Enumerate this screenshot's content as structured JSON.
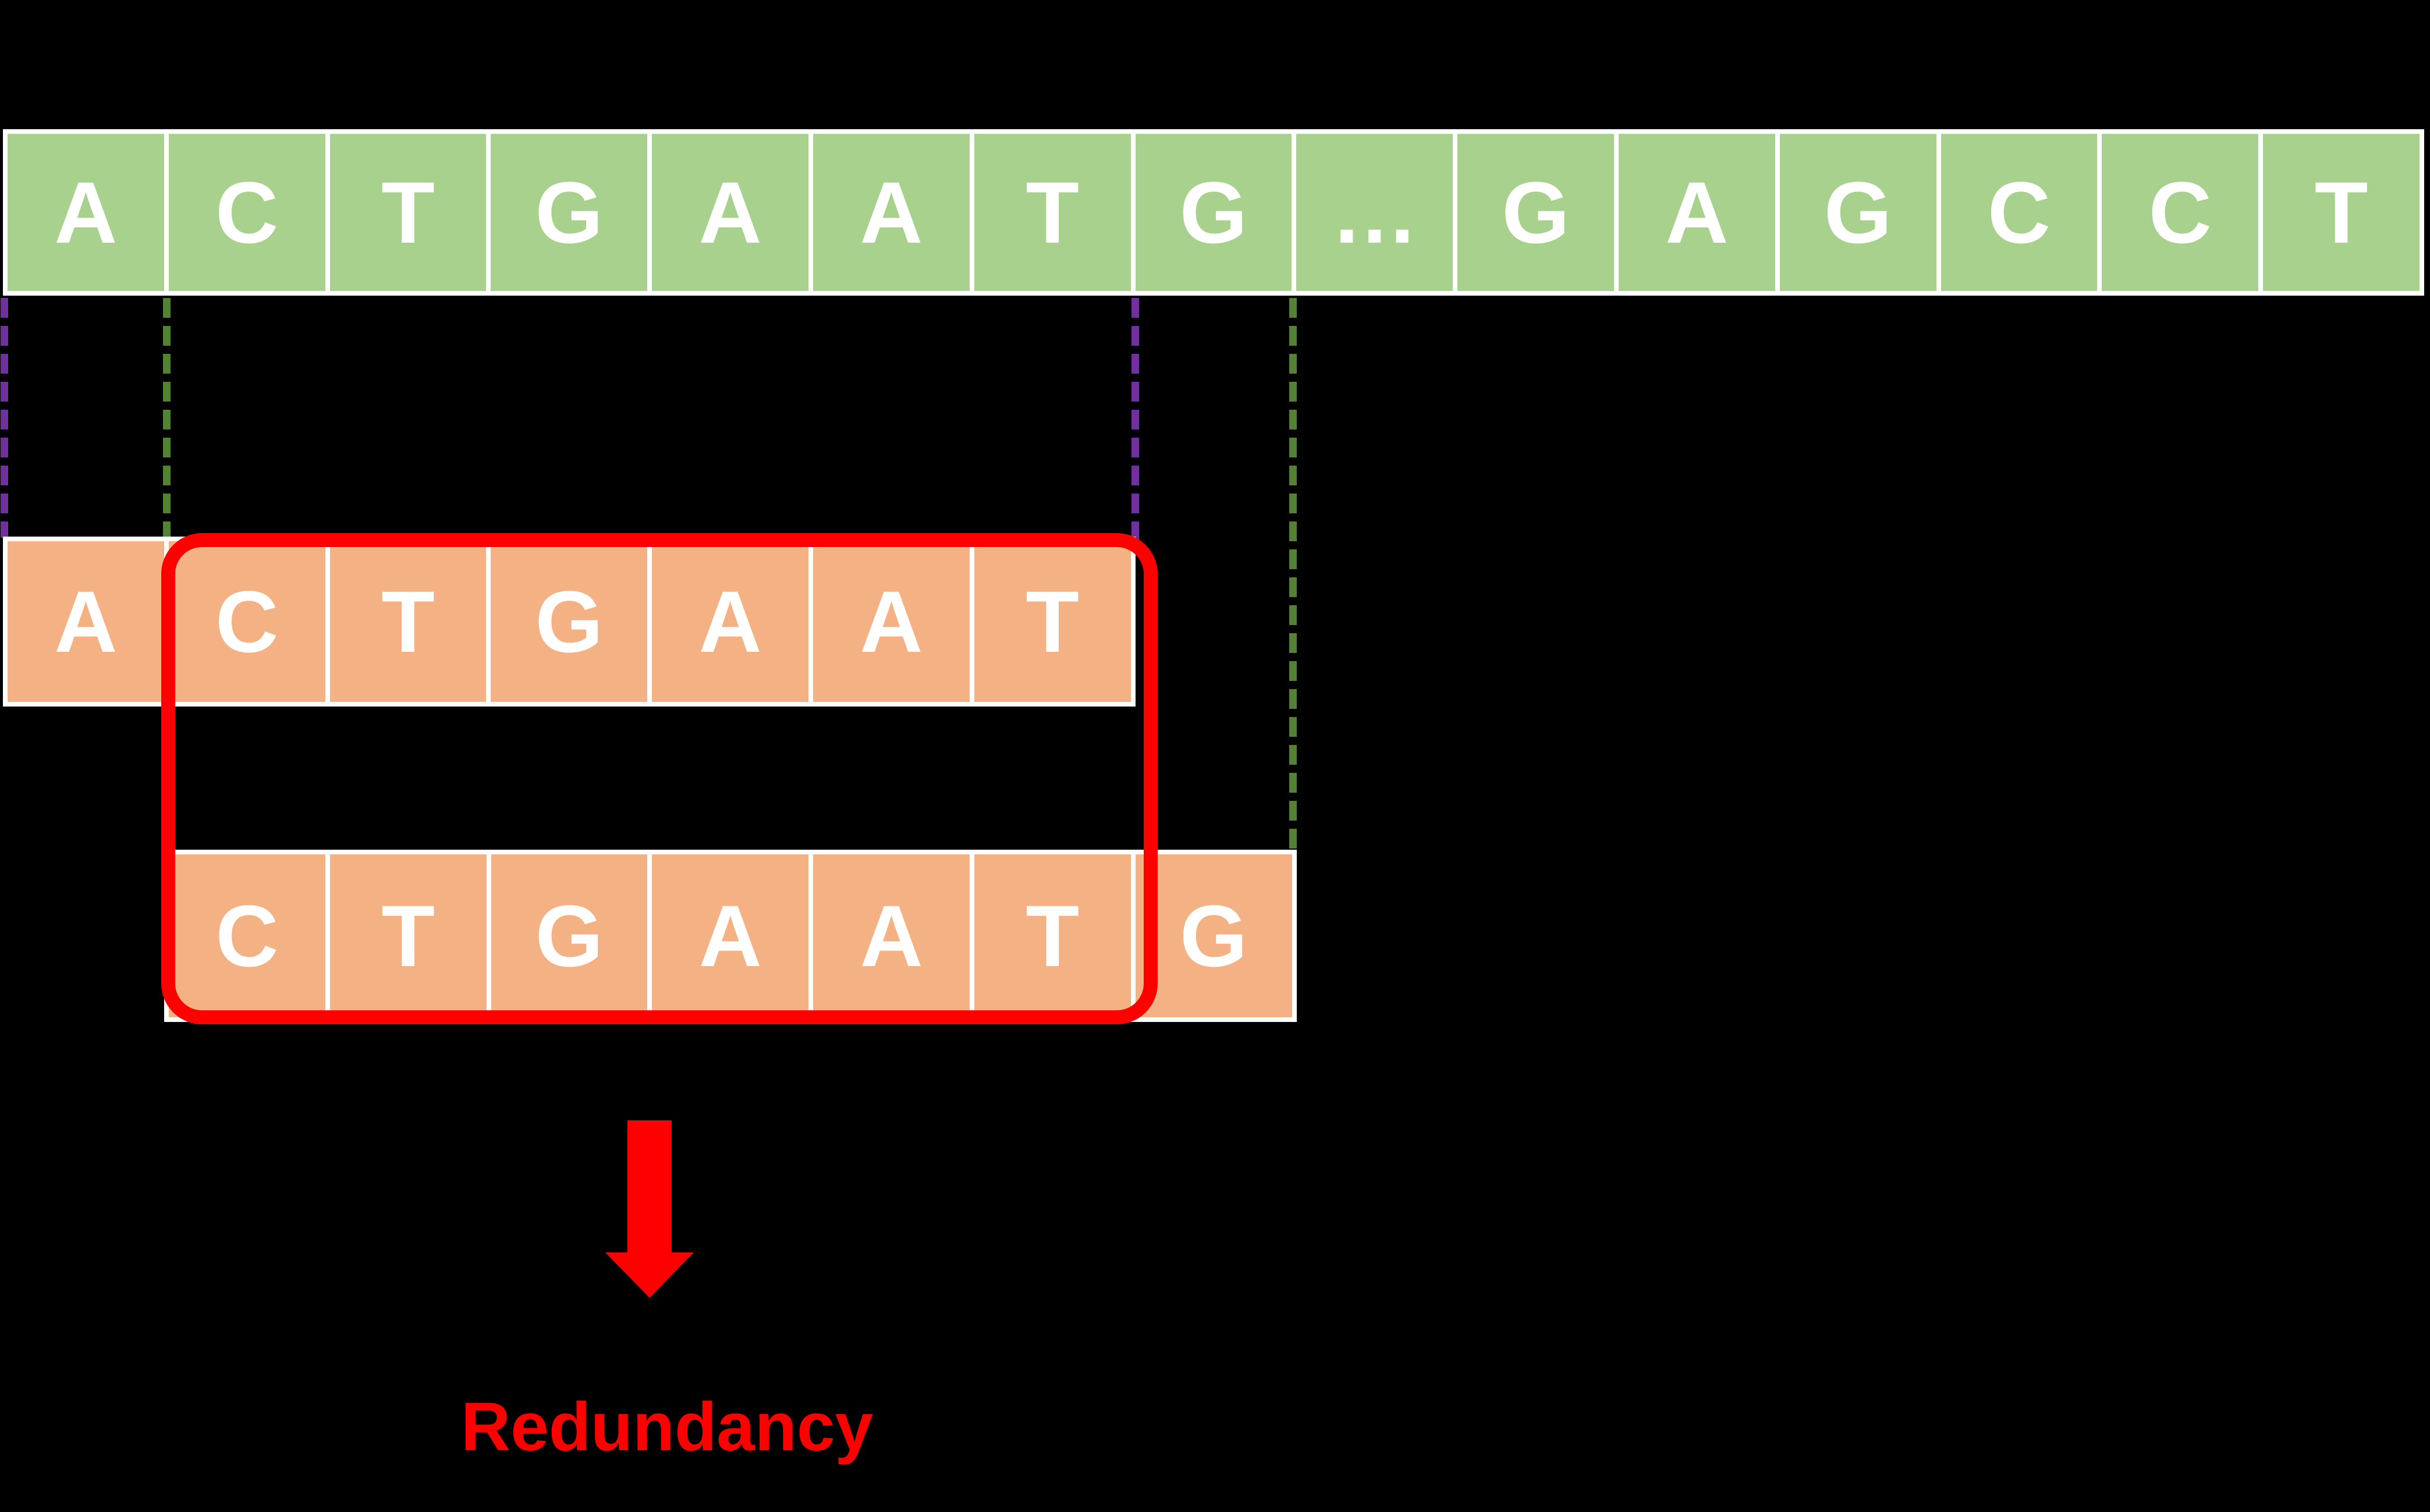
{
  "colors": {
    "background": "#000000",
    "genome_cell": "#A9D18E",
    "read_cell": "#F4B183",
    "cell_border": "#FFFFFF",
    "letter": "#FFFFFF",
    "purple_dash": "#7030A0",
    "green_dash": "#548235",
    "highlight_red": "#FF0000"
  },
  "genome_row": {
    "cells": [
      "A",
      "C",
      "T",
      "G",
      "A",
      "A",
      "T",
      "G",
      "…",
      "G",
      "A",
      "G",
      "C",
      "C",
      "T"
    ]
  },
  "read1": {
    "cells": [
      "A",
      "C",
      "T",
      "G",
      "A",
      "A",
      "T"
    ]
  },
  "read2": {
    "cells": [
      "C",
      "T",
      "G",
      "A",
      "A",
      "T",
      "G"
    ]
  },
  "annotation": {
    "label": "Redundancy"
  },
  "icons": {
    "down_arrow": "down-arrow"
  }
}
